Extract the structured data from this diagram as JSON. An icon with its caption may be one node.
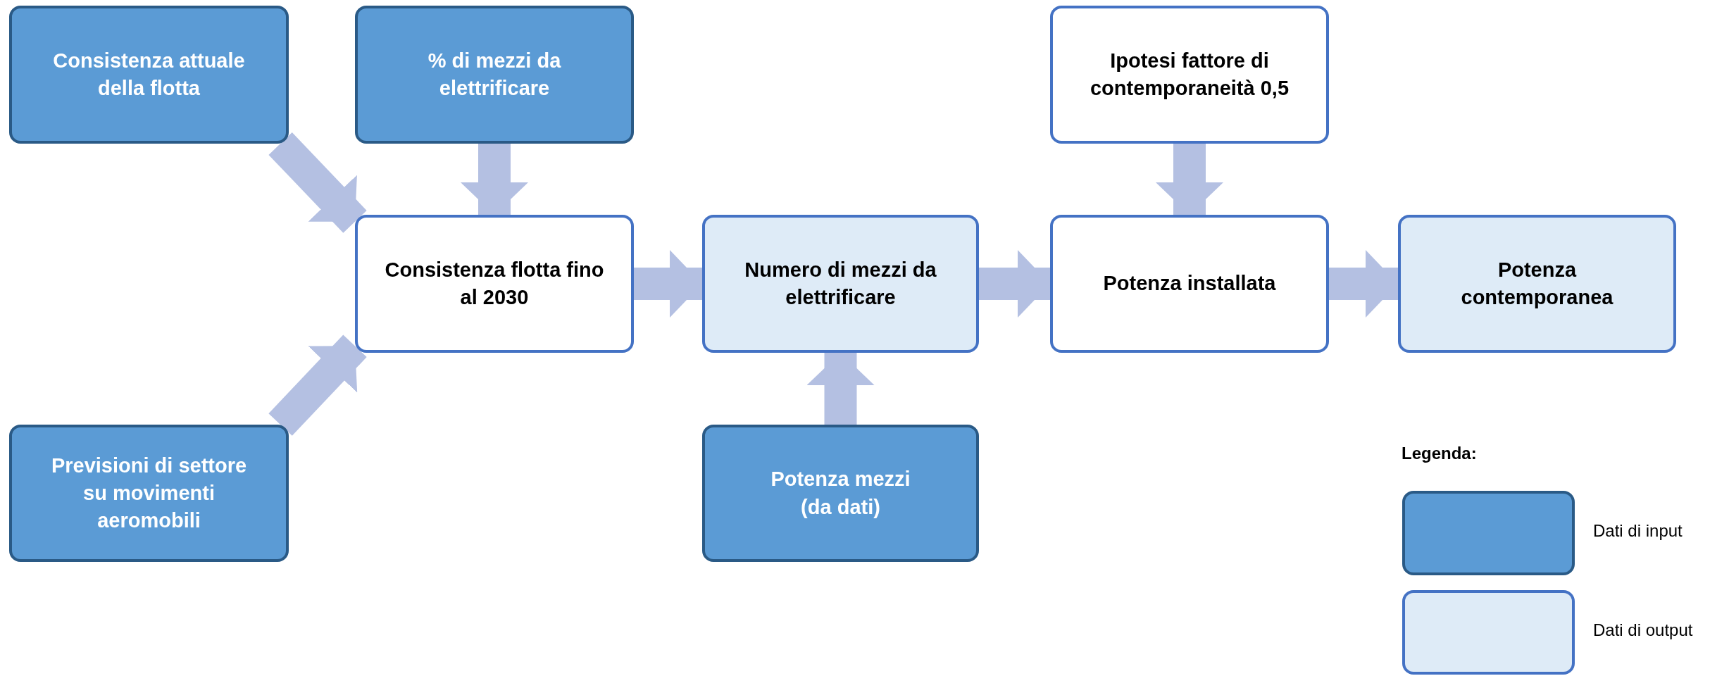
{
  "diagram": {
    "nodes": [
      {
        "text": [
          "Consistenza attuale della flotta"
        ]
      },
      {
        "text": [
          "% di mezzi da elettrificare"
        ]
      },
      {
        "text": [
          "Ipotesi fattore di contemporaneità 0,5"
        ]
      },
      {
        "text": [
          "Consistenza flotta fino al 2030"
        ]
      },
      {
        "text": [
          "Numero di mezzi da elettrificare"
        ]
      },
      {
        "text": [
          "Potenza installata"
        ]
      },
      {
        "text": [
          "Potenza contemporanea"
        ]
      },
      {
        "text": [
          "Previsioni di settore su movimenti aeromobili"
        ]
      },
      {
        "text": [
          "Potenza mezzi (da dati)"
        ]
      }
    ],
    "edges": [
      {
        "from": 0,
        "to": 3,
        "arrow": "to"
      },
      {
        "from": 1,
        "to": 3,
        "arrow": "to"
      },
      {
        "from": 7,
        "to": 3,
        "arrow": "to"
      },
      {
        "from": 3,
        "to": 4,
        "arrow": "to"
      },
      {
        "from": 8,
        "to": 4,
        "arrow": "to"
      },
      {
        "from": 4,
        "to": 5,
        "arrow": "to"
      },
      {
        "from": 2,
        "to": 5,
        "arrow": "to"
      },
      {
        "from": 5,
        "to": 6,
        "arrow": "to"
      }
    ],
    "labels": [
      "Legenda:"
    ],
    "legend": [
      {
        "text": "Dati di input",
        "color": "#5b9bd5"
      },
      {
        "text": "Dati di output",
        "color": "#deebf7"
      }
    ]
  }
}
